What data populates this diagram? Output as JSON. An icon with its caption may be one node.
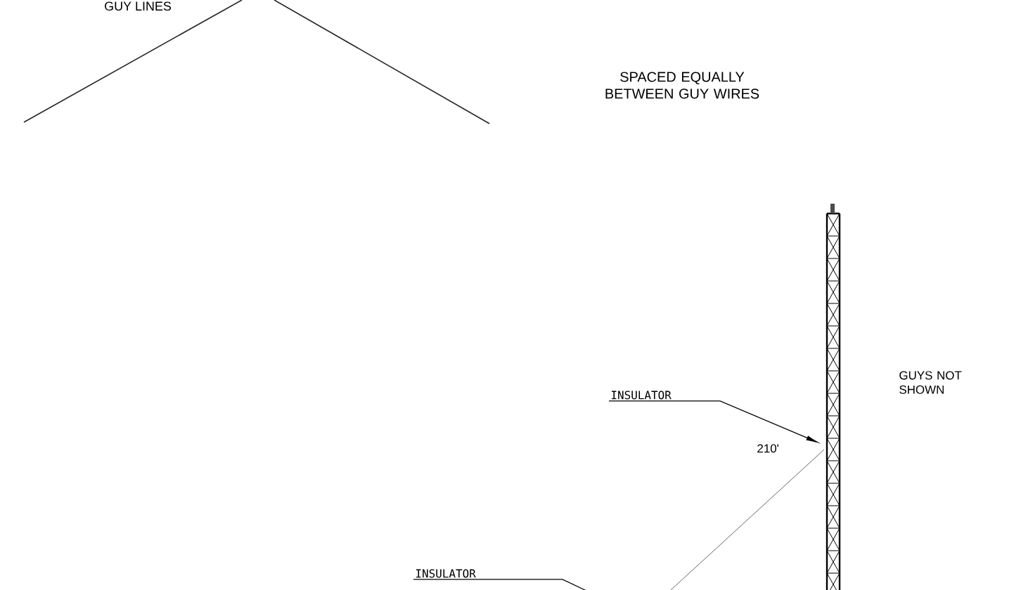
{
  "diagram": {
    "nodes": [
      {
        "text": [
          "INSULATOR"
        ]
      },
      {
        "text": [
          "INSULATOR"
        ]
      }
    ],
    "edges": [
      {
        "from": 0,
        "to": null,
        "arrow": "to"
      },
      {
        "from": 1,
        "to": null,
        "arrow": "none"
      }
    ],
    "labels": [
      "GUY LINES",
      "SPACED EQUALLY BETWEEN GUY WIRES",
      "GUYS NOT SHOWN",
      "210'"
    ]
  }
}
